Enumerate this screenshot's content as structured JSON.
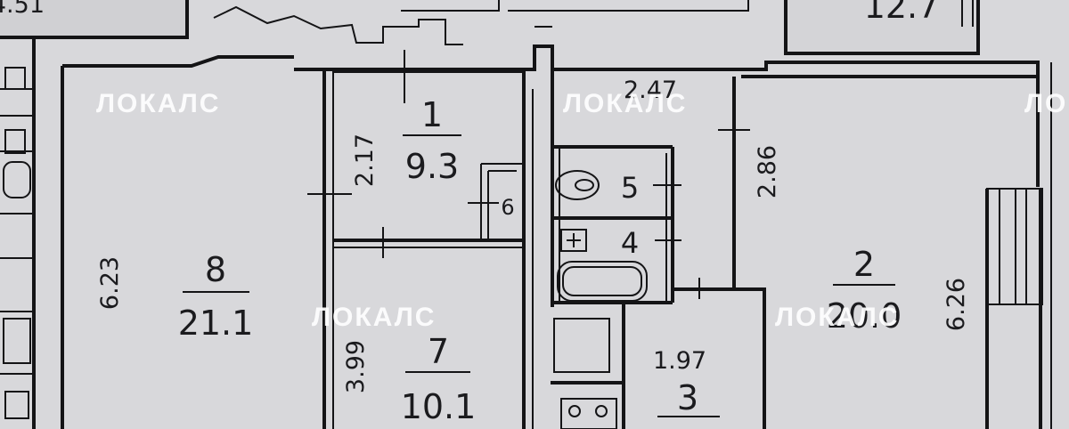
{
  "plan": {
    "watermark": "ЛОКАЛС",
    "rooms": [
      {
        "id": "room-1",
        "number": "1",
        "area": "9.3"
      },
      {
        "id": "room-2",
        "number": "2",
        "area": "20.0"
      },
      {
        "id": "room-3",
        "number": "3",
        "area": ""
      },
      {
        "id": "room-4",
        "number": "4"
      },
      {
        "id": "room-5",
        "number": "5"
      },
      {
        "id": "room-6",
        "number": "6"
      },
      {
        "id": "room-7",
        "number": "7",
        "area": "10.1"
      },
      {
        "id": "room-8",
        "number": "8",
        "area": "21.1"
      }
    ],
    "top_room_area": "12.7",
    "top_left_partial": "4.51",
    "dimensions": {
      "d_2_17": "2.17",
      "d_2_47": "2.47",
      "d_2_86": "2.86",
      "d_6_23": "6.23",
      "d_6_26": "6.26",
      "d_3_99": "3.99",
      "d_1_97": "1.97"
    }
  }
}
